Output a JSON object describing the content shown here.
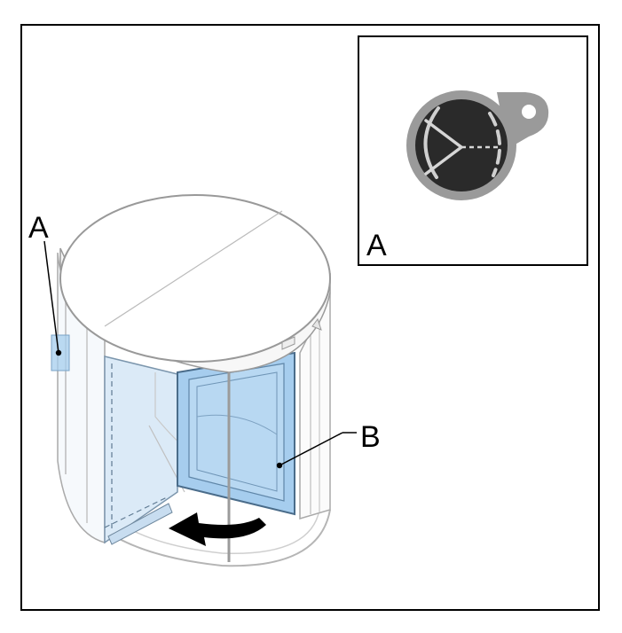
{
  "labels": {
    "main_a": "A",
    "main_b": "B",
    "inset_a": "A"
  },
  "colors": {
    "frame": "#000000",
    "glass_light": "#dbeaf7",
    "glass_panel": "#a6cdee",
    "panel_edge": "#4a6c8a",
    "key_fob_gray": "#9a9a9a",
    "key_fob_dark": "#2a2a2a",
    "arrow": "#000000"
  },
  "icons": [
    "key-fob-icon",
    "rotation-arrow-icon"
  ]
}
